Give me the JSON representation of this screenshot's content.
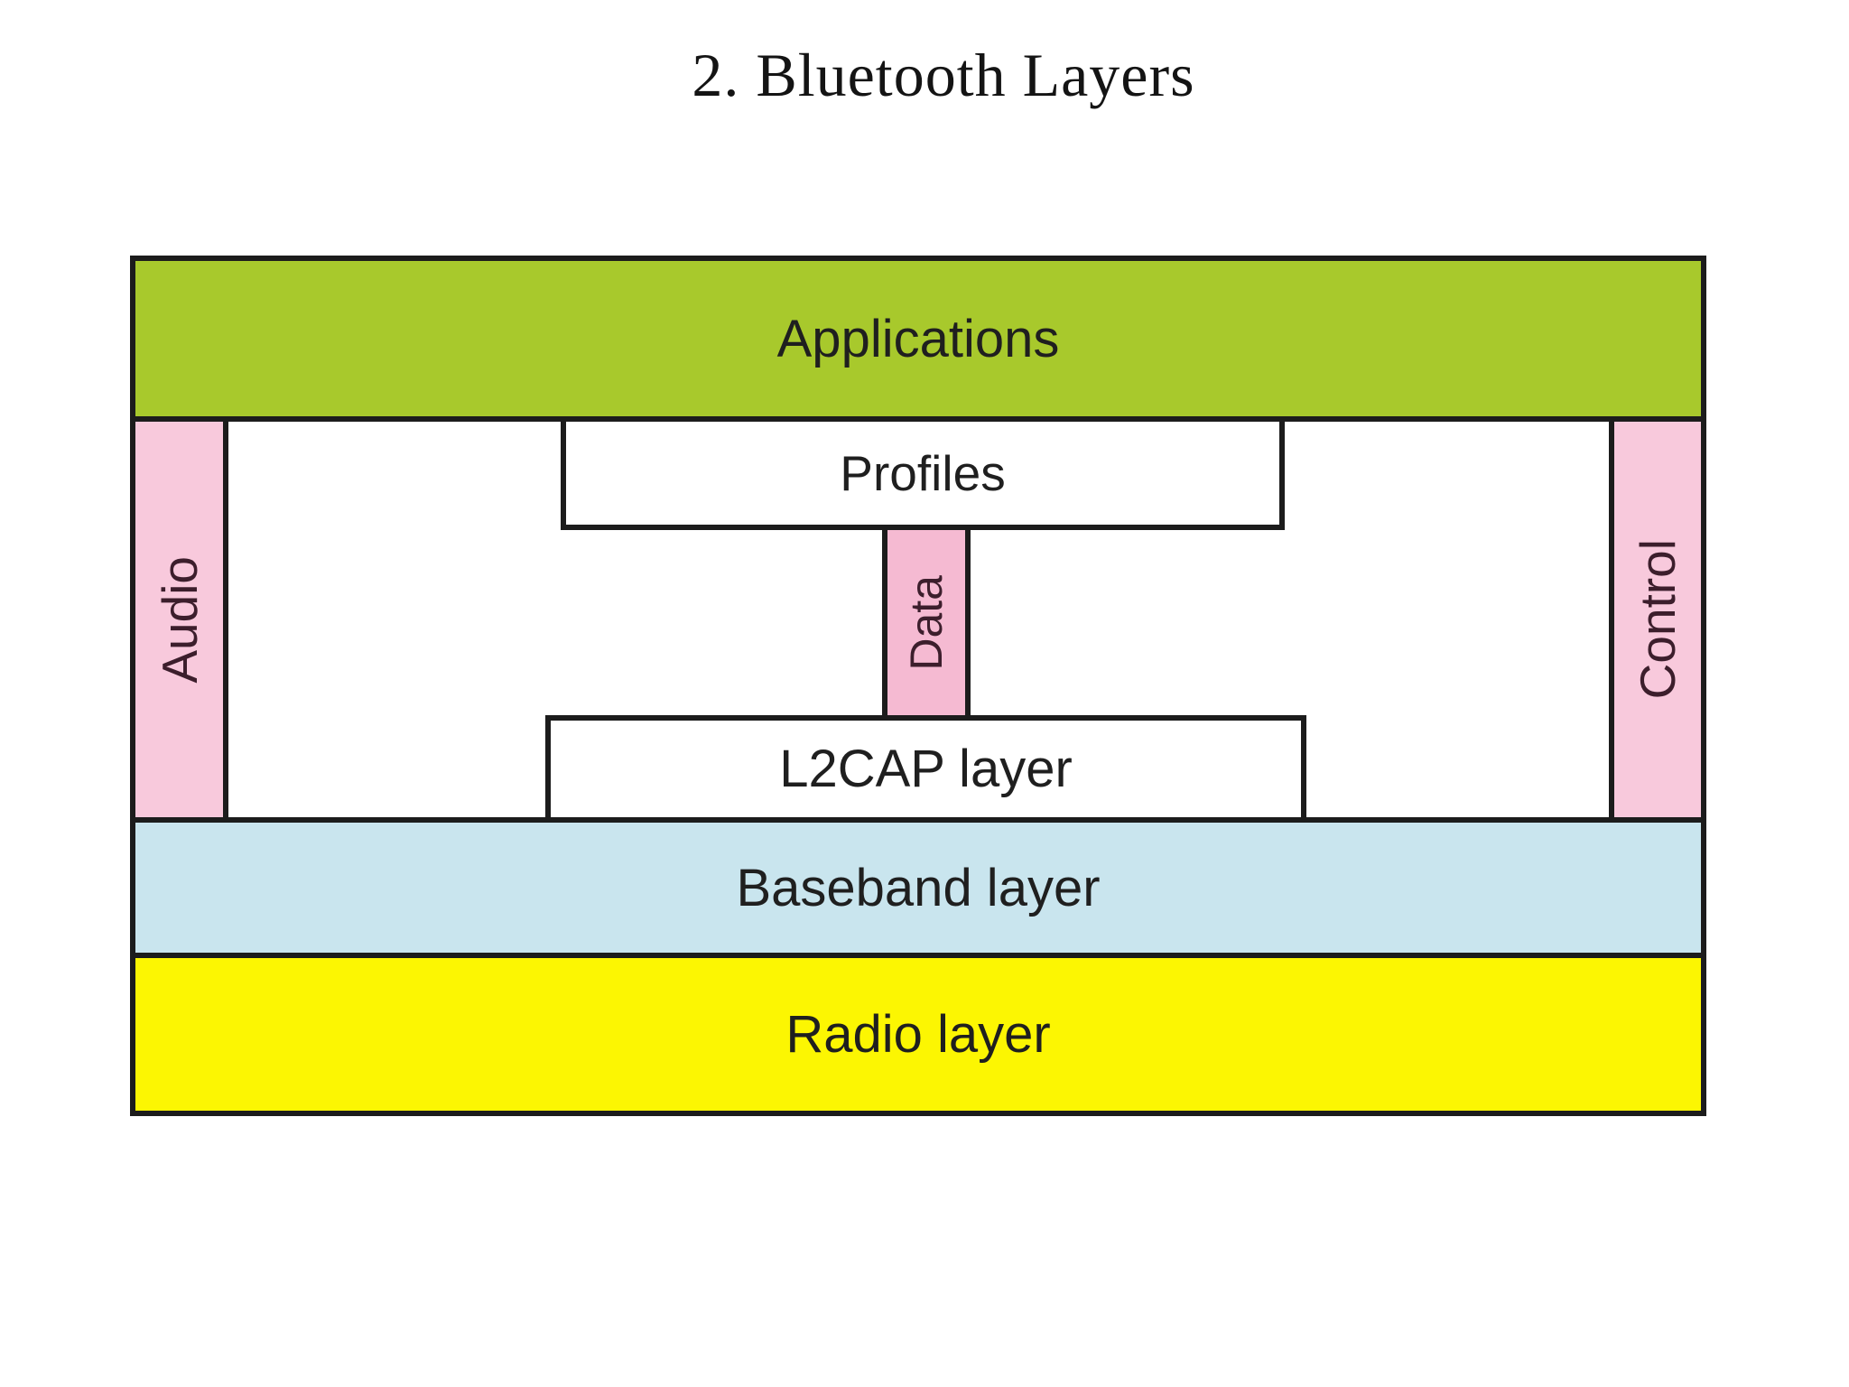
{
  "title": "2. Bluetooth Layers",
  "diagram": {
    "applications": {
      "label": "Applications"
    },
    "audio": {
      "label": "Audio"
    },
    "control": {
      "label": "Control"
    },
    "profiles": {
      "label": "Profiles"
    },
    "data_channel": {
      "label": "Data"
    },
    "l2cap": {
      "label": "L2CAP layer"
    },
    "baseband": {
      "label": "Baseband layer"
    },
    "radio": {
      "label": "Radio layer"
    }
  },
  "colors": {
    "applications_bg": "#a8c92c",
    "channel_bg": "#f8c9dc",
    "data_bg": "#f5bad2",
    "baseband_bg": "#c9e5ee",
    "radio_bg": "#fcf602",
    "box_bg": "#ffffff",
    "border": "#1c1c1c",
    "label_text": "#1f1f1f",
    "channel_text": "#3c1e2c",
    "title_text": "#141414"
  }
}
